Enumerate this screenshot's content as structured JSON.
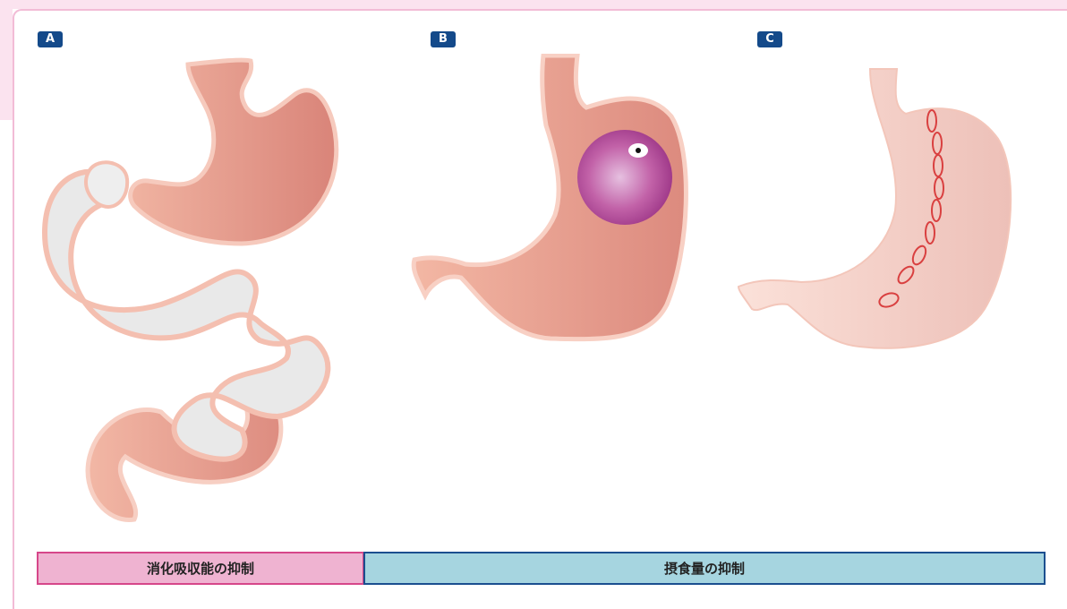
{
  "panels": [
    {
      "label": "A",
      "icon": "stomach-bypass-illustration"
    },
    {
      "label": "B",
      "icon": "stomach-balloon-illustration"
    },
    {
      "label": "C",
      "icon": "stomach-sleeve-stapled-illustration"
    }
  ],
  "bars": {
    "absorption": "消化吸収能の抑制",
    "intake": "摂食量の抑制"
  },
  "colors": {
    "stomach": "#e9a290",
    "intestine_bypass": "#ececec",
    "balloon": "#b04a98",
    "staple_line": "#d94040",
    "bar_pink": "#efb3d1",
    "bar_blue": "#a6d5e0",
    "label_badge": "#144a8a"
  }
}
